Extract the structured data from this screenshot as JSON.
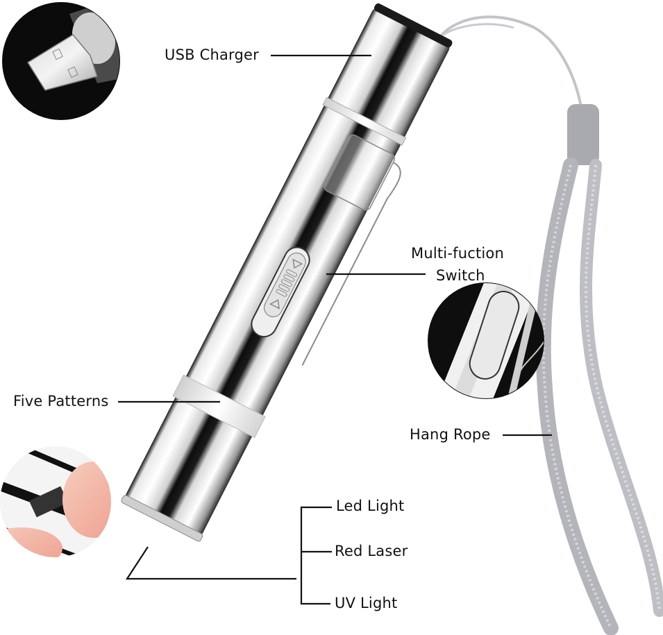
{
  "product": {
    "name": "USB rechargeable multi-function pen flashlight",
    "colors": {
      "background": "#ffffff",
      "metal_light": "#f2f2f2",
      "metal_dark": "#111111",
      "rope": "#b8b9be",
      "rope_cap": "#a7a8ad",
      "skin": "#f2b8a6",
      "callout_line": "#111111"
    }
  },
  "callouts": {
    "usb_charger": "USB Charger",
    "multi_function_switch_line1": "Multi-fuction",
    "multi_function_switch_line2": "Switch",
    "five_patterns": "Five Patterns",
    "hang_rope": "Hang Rope",
    "led_light": "Led Light",
    "red_laser": "Red Laser",
    "uv_light": "UV Light"
  },
  "insets": [
    {
      "name": "usb-plug-closeup",
      "description": "USB connector close-up"
    },
    {
      "name": "switch-closeup",
      "description": "slide switch close-up"
    },
    {
      "name": "pattern-ring-closeup",
      "description": "pattern ring turned by finger"
    }
  ]
}
